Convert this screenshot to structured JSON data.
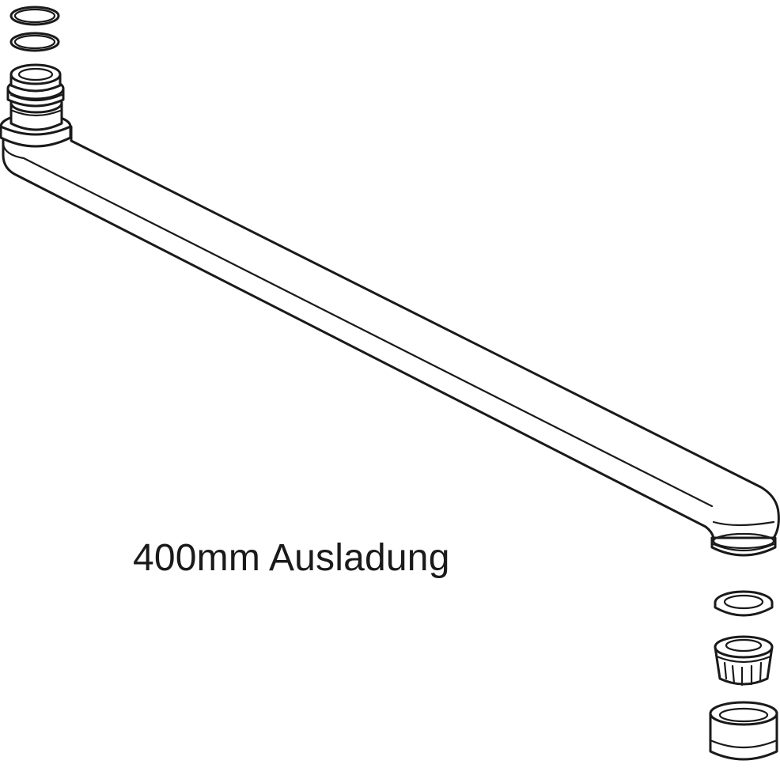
{
  "diagram": {
    "caption": "400mm Ausladung",
    "line_color": "#1a1a1a",
    "background": "#ffffff",
    "parts": [
      "o-ring-top",
      "o-ring-second",
      "spout-connector",
      "spout-arm",
      "spout-outlet-thread",
      "washer",
      "aerator-insert",
      "aerator-housing"
    ]
  }
}
